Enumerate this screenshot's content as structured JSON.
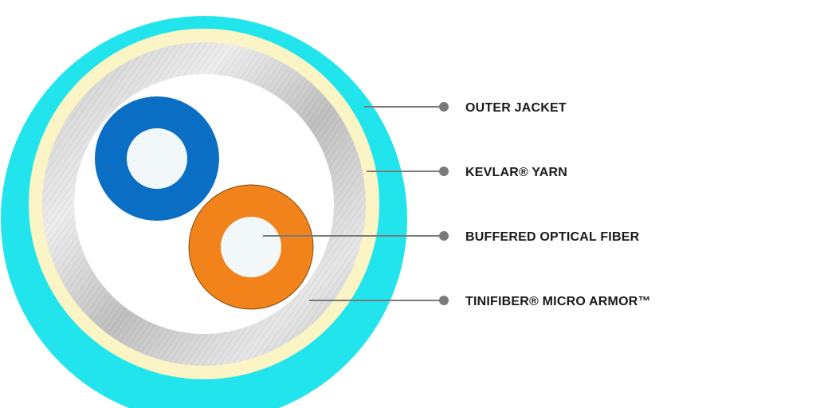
{
  "diagram": {
    "colors": {
      "outer_jacket": "#22e4ec",
      "kevlar_yarn": "#fbf4c4",
      "micro_armor_light": "#e9e9e9",
      "micro_armor_dark": "#b9b9b9",
      "inner_space": "#ffffff",
      "fiber_blue_buffer": "#0a6ec4",
      "fiber_orange_buffer": "#f2821a",
      "fiber_core": "#f2f8f9",
      "leader_line": "#7a7a7a",
      "label_text": "#1a1a1a"
    },
    "callouts": [
      {
        "id": "outer-jacket",
        "label": "OUTER JACKET"
      },
      {
        "id": "kevlar-yarn",
        "label": "KEVLAR® YARN"
      },
      {
        "id": "buffered-optical-fiber",
        "label": "BUFFERED OPTICAL FIBER"
      },
      {
        "id": "micro-armor",
        "label": "TINIFIBER® MICRO ARMOR™"
      }
    ]
  }
}
